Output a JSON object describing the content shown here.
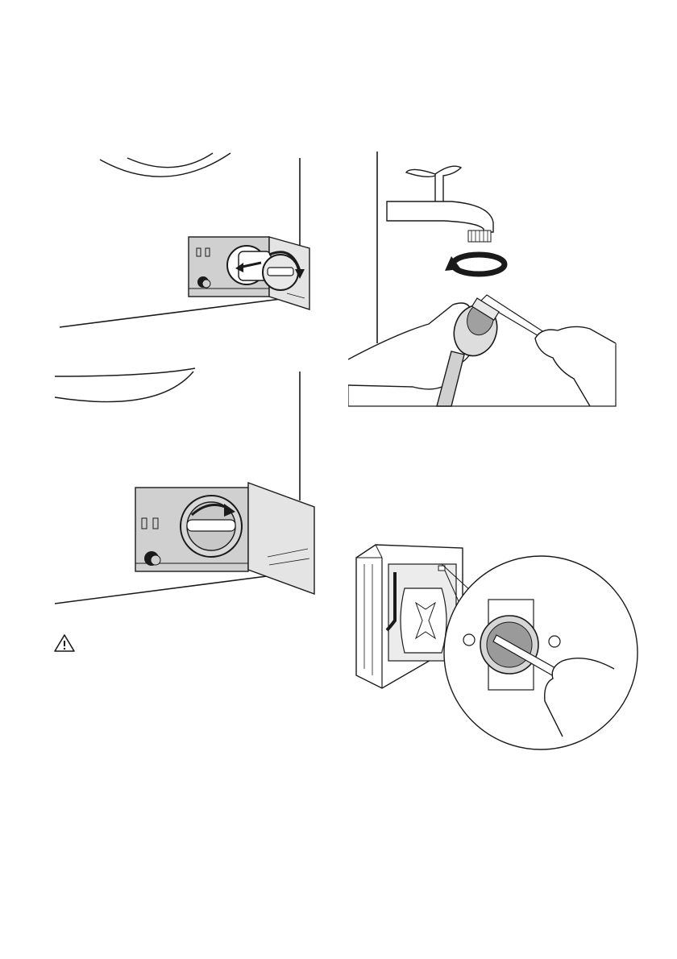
{
  "page": {
    "background": "#ffffff",
    "line_color": "#1a1a1a",
    "panel_fill": "#d0d0d0",
    "panel_fill_light": "#e4e4e4",
    "figures": [
      {
        "name": "figure-open-filter-cap",
        "icon": "filter-cap-unscrew-illustration"
      },
      {
        "name": "figure-close-filter-cap",
        "icon": "filter-cap-screw-illustration"
      },
      {
        "name": "figure-clean-inlet-hose-filter",
        "icon": "tap-hose-brush-illustration"
      },
      {
        "name": "figure-clean-valve-filter",
        "icon": "valve-filter-brush-illustration"
      }
    ],
    "warning_icon": "warning-triangle-icon"
  }
}
